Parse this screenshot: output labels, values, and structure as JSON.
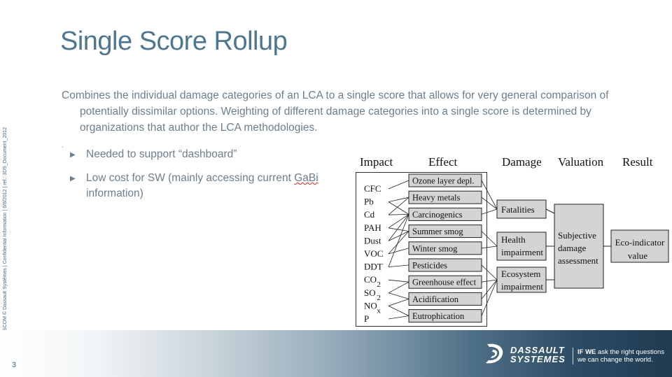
{
  "slide": {
    "title": "Single Score Rollup",
    "side_note": "3DSCOM © Dassault Systèmes | Confidential Information | 6/8/2012 | ref.: 3DS_Document_2012",
    "intro": "Combines the individual damage categories of an LCA to a single score that allows for very general comparison of potentially dissimilar options. Weighting of different damage categories into a single score is determined by organizations that author the LCA methodologies.",
    "tick_mark": "`",
    "bullets": [
      {
        "pre": "Needed to support “dashboard”",
        "squiggle": "",
        "post": ""
      },
      {
        "pre": "Low cost for SW (mainly accessing current ",
        "squiggle": "GaBi",
        "post": " information)"
      }
    ],
    "page_number": "3"
  },
  "diagram": {
    "headers": {
      "impact": "Impact",
      "effect": "Effect",
      "damage": "Damage",
      "valuation": "Valuation",
      "result": "Result"
    },
    "impacts": [
      "CFC",
      "Pb",
      "Cd",
      "PAH",
      "Dust",
      "VOC",
      "DDT",
      "CO",
      "SO",
      "NO",
      "P"
    ],
    "impact_subscripts": [
      "",
      "",
      "",
      "",
      "",
      "",
      "",
      "2",
      "2",
      "x",
      ""
    ],
    "effects": [
      "Ozone layer depl.",
      "Heavy metals",
      "Carcinogenics",
      "Summer smog",
      "Winter smog",
      "Pesticides",
      "Greenhouse effect",
      "Acidification",
      "Eutrophication"
    ],
    "damages": [
      {
        "line1": "Fatalities",
        "line2": ""
      },
      {
        "line1": "Health",
        "line2": "impairment"
      },
      {
        "line1": "Ecosystem",
        "line2": "impairment"
      }
    ],
    "valuation": {
      "line1": "Subjective",
      "line2": "damage",
      "line3": "assessment"
    },
    "result": {
      "line1": "Eco-indicator",
      "line2": "value"
    },
    "links_impact_effect": [
      [
        0,
        0
      ],
      [
        1,
        1
      ],
      [
        1,
        2
      ],
      [
        2,
        1
      ],
      [
        2,
        2
      ],
      [
        3,
        2
      ],
      [
        3,
        3
      ],
      [
        4,
        3
      ],
      [
        4,
        2
      ],
      [
        5,
        3
      ],
      [
        5,
        4
      ],
      [
        6,
        5
      ],
      [
        6,
        2
      ],
      [
        7,
        6
      ],
      [
        8,
        7
      ],
      [
        8,
        6
      ],
      [
        9,
        7
      ],
      [
        9,
        8
      ],
      [
        10,
        8
      ]
    ],
    "links_effect_damage": [
      [
        0,
        0
      ],
      [
        1,
        0
      ],
      [
        2,
        0
      ],
      [
        3,
        1
      ],
      [
        4,
        1
      ],
      [
        5,
        2
      ],
      [
        6,
        2
      ],
      [
        7,
        2
      ],
      [
        8,
        2
      ]
    ],
    "colors": {
      "box_fill": "#d4d4d4",
      "line": "#222222"
    }
  },
  "footer": {
    "brand_line1": "DASSAULT",
    "brand_line2": "SYSTEMES",
    "tagline_bold": "IF WE",
    "tagline_line1": " ask the right questions",
    "tagline_line2": "we can change the world."
  }
}
